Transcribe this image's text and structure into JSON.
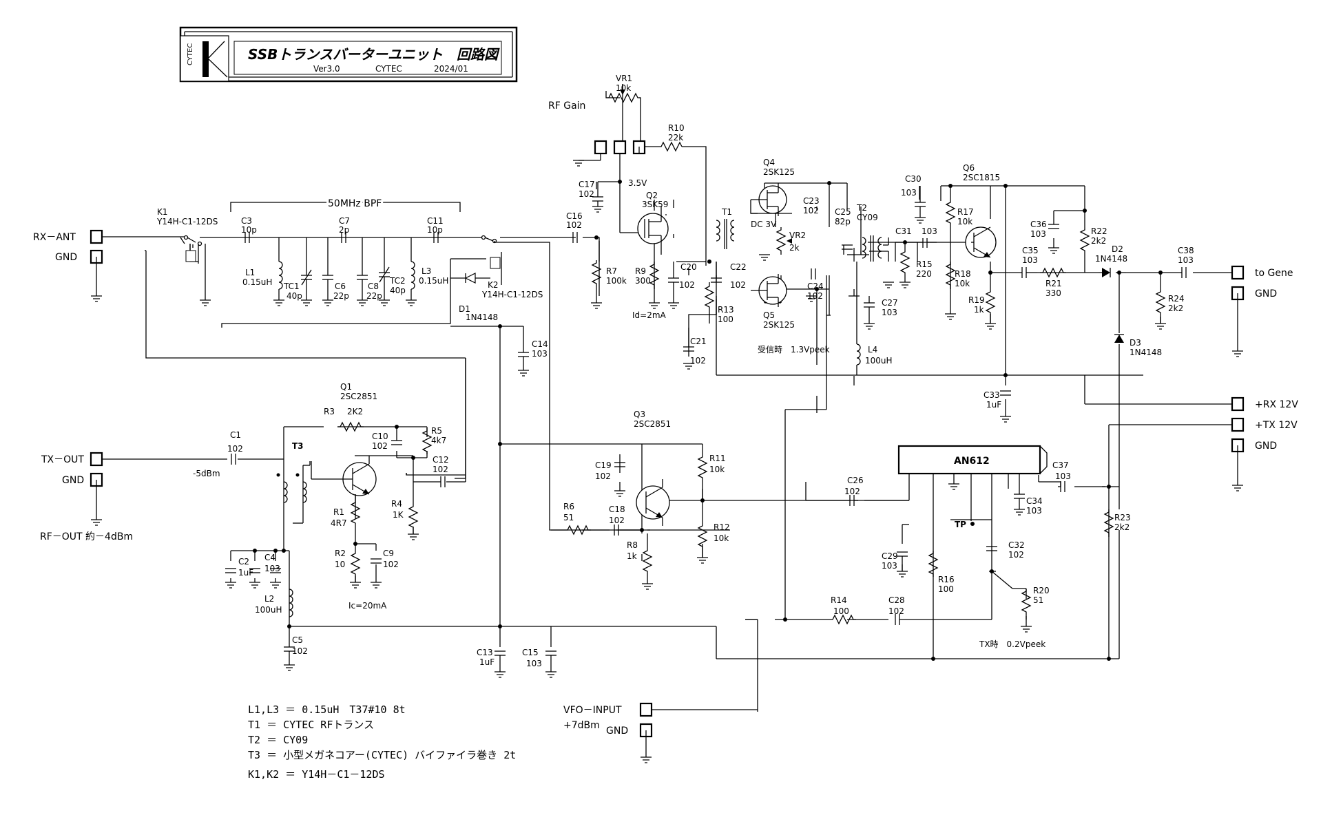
{
  "title_block": {
    "logo_text": "CYTEC",
    "title": "SSBトランスバーターユニット　回路図",
    "version": "Ver3.0",
    "company": "CYTEC",
    "date": "2024/01"
  },
  "connectors": {
    "rx_ant": "RX－ANT",
    "rx_gnd": "GND",
    "tx_out": "TX－OUT",
    "tx_gnd": "GND",
    "rf_out_level": "RF－OUT 約－4dBm",
    "tx_level": "-5dBm",
    "to_gene": "to Gene",
    "gene_gnd": "GND",
    "rx12": "+RX 12V",
    "tx12": "+TX 12V",
    "pwr_gnd": "GND",
    "vfo_input": "VFO－INPUT",
    "vfo_level": "+7dBm",
    "vfo_gnd": "GND",
    "rf_gain": "RF Gain"
  },
  "labels": {
    "bpf": "50MHz BPF",
    "v35": "3.5V",
    "dc3v": "DC 3V",
    "rx_level": "受信時　1.3Vpeek",
    "tx_level2": "TX時　0.2Vpeek",
    "id": "Id=2mA",
    "ic": "Ic=20mA",
    "tp": "TP",
    "ic_name": "AN612"
  },
  "parts": {
    "K1": [
      "K1",
      "Y14H-C1-12DS"
    ],
    "K2": [
      "K2",
      "Y14H-C1-12DS"
    ],
    "C3": [
      "C3",
      "10p"
    ],
    "C7": [
      "C7",
      "2p"
    ],
    "C11": [
      "C11",
      "10p"
    ],
    "L1": [
      "L1",
      "0.15uH"
    ],
    "TC1": [
      "TC1",
      "40p"
    ],
    "C6": [
      "C6",
      "22p"
    ],
    "C8": [
      "C8",
      "22p"
    ],
    "TC2": [
      "TC2",
      "40p"
    ],
    "L3": [
      "L3",
      "0.15uH"
    ],
    "D1": [
      "D1",
      "1N4148"
    ],
    "C14": [
      "C14",
      "103"
    ],
    "VR1": [
      "VR1",
      "10k"
    ],
    "R10": [
      "R10",
      "22k"
    ],
    "C17": [
      "C17",
      "102"
    ],
    "Q2": [
      "Q2",
      "3SK59"
    ],
    "C16": [
      "C16",
      "102"
    ],
    "R7": [
      "R7",
      "100k"
    ],
    "R9": [
      "R9",
      "300"
    ],
    "C20": [
      "C20",
      "102"
    ],
    "T1": [
      "T1"
    ],
    "C22": [
      "C22",
      "102"
    ],
    "R13": [
      "R13",
      "100"
    ],
    "C21": [
      "C21",
      "102"
    ],
    "Q4": [
      "Q4",
      "2SK125"
    ],
    "Q5": [
      "Q5",
      "2SK125"
    ],
    "C23": [
      "C23",
      "102"
    ],
    "VR2": [
      "VR2",
      "2k"
    ],
    "C24": [
      "C24",
      "102"
    ],
    "C25": [
      "C25",
      "82p"
    ],
    "T2": [
      "T2",
      "CY09"
    ],
    "C27": [
      "C27",
      "103"
    ],
    "L4": [
      "L4",
      "100uH"
    ],
    "C30": [
      "C30",
      "103"
    ],
    "C31": [
      "C31",
      "103"
    ],
    "R15": [
      "R15",
      "220"
    ],
    "Q6": [
      "Q6",
      "2SC1815"
    ],
    "R17": [
      "R17",
      "10k"
    ],
    "R18": [
      "R18",
      "10k"
    ],
    "R19": [
      "R19",
      "1k"
    ],
    "C36": [
      "C36",
      "103"
    ],
    "R22": [
      "R22",
      "2k2"
    ],
    "C35": [
      "C35",
      "103"
    ],
    "R21": [
      "R21",
      "330"
    ],
    "D2": [
      "D2",
      "1N4148"
    ],
    "C38": [
      "C38",
      "103"
    ],
    "R24": [
      "R24",
      "2k2"
    ],
    "D3": [
      "D3",
      "1N4148"
    ],
    "C33": [
      "C33",
      "1uF"
    ],
    "Q1": [
      "Q1",
      "2SC2851"
    ],
    "R3": [
      "R3",
      "2K2"
    ],
    "R5": [
      "R5",
      "4k7"
    ],
    "C10": [
      "C10",
      "102"
    ],
    "C12": [
      "C12",
      "102"
    ],
    "C1": [
      "C1",
      "102"
    ],
    "T3": [
      "T3"
    ],
    "R1": [
      "R1",
      "4R7"
    ],
    "R4": [
      "R4",
      "1K"
    ],
    "R2": [
      "R2",
      "10"
    ],
    "C9": [
      "C9",
      "102"
    ],
    "C2": [
      "C2",
      "1uF"
    ],
    "C4": [
      "C4",
      "103"
    ],
    "L2": [
      "L2",
      "100uH"
    ],
    "C5": [
      "C5",
      "102"
    ],
    "Q3": [
      "Q3",
      "2SC2851"
    ],
    "C19": [
      "C19",
      "102"
    ],
    "R11": [
      "R11",
      "10k"
    ],
    "R6": [
      "R6",
      "51"
    ],
    "C18": [
      "C18",
      "102"
    ],
    "R8": [
      "R8",
      "1k"
    ],
    "R12": [
      "R12",
      "10k"
    ],
    "C13": [
      "C13",
      "1uF"
    ],
    "C15": [
      "C15",
      "103"
    ],
    "C26": [
      "C26",
      "102"
    ],
    "C37": [
      "C37",
      "103"
    ],
    "C34": [
      "C34",
      "103"
    ],
    "R23": [
      "R23",
      "2k2"
    ],
    "C29": [
      "C29",
      "103"
    ],
    "R16": [
      "R16",
      "100"
    ],
    "C32": [
      "C32",
      "102"
    ],
    "R20": [
      "R20",
      "51"
    ],
    "R14": [
      "R14",
      "100"
    ],
    "C28": [
      "C28",
      "102"
    ]
  },
  "notes": [
    "L1,L3 ＝ 0.15uH　T37#10 8t",
    "T1 ＝ CYTEC RFトランス",
    "T2 ＝ CY09",
    "T3 ＝ 小型メガネコアー(CYTEC) バイファイラ巻き 2t",
    "K1,K2 ＝ Y14H－C1－12DS"
  ]
}
